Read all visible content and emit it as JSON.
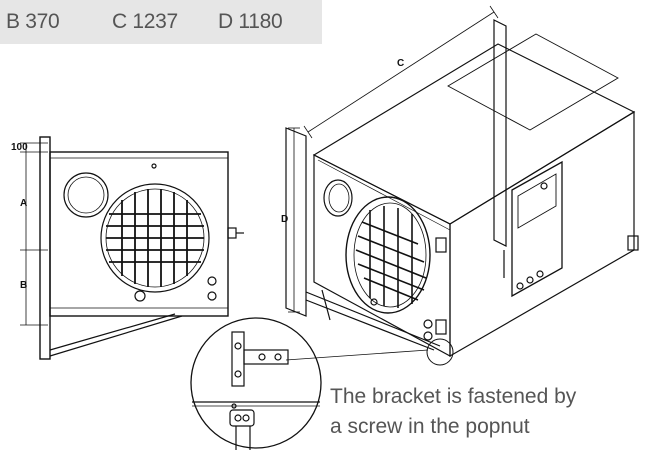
{
  "dimensions": {
    "b": "B 370",
    "c": "C 1237",
    "d": "D 1180"
  },
  "labels": {
    "dim_100": "100",
    "dim_a": "A",
    "dim_b": "B",
    "dim_c": "C",
    "dim_d": "D"
  },
  "caption": {
    "line1": "The bracket is fastened by",
    "line2": "a screw in the popnut"
  }
}
